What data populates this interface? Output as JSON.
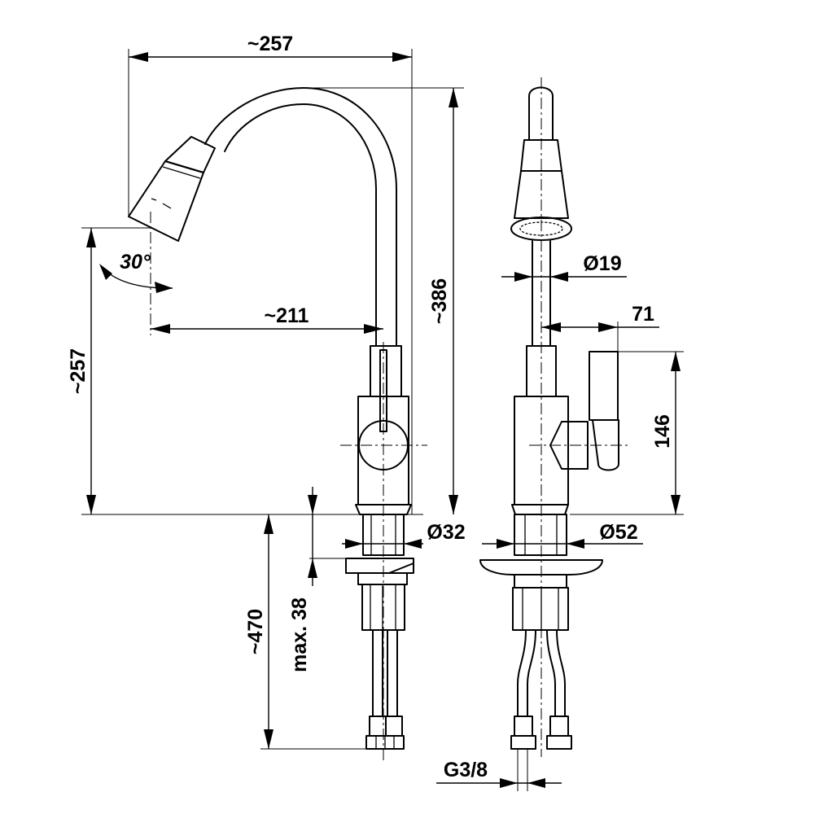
{
  "dimensions": {
    "outreach_total": "~257",
    "outreach_spout": "~211",
    "spout_height": "~257",
    "total_height": "~386",
    "swivel_angle": "30°",
    "under_sink_length": "~470",
    "counter_thickness": "max. 38",
    "base_diameter": "Ø32",
    "spout_tube_diameter": "Ø19",
    "lever_offset": "71",
    "lever_height": "146",
    "rosette_diameter": "Ø52",
    "connection_thread": "G3/8"
  }
}
